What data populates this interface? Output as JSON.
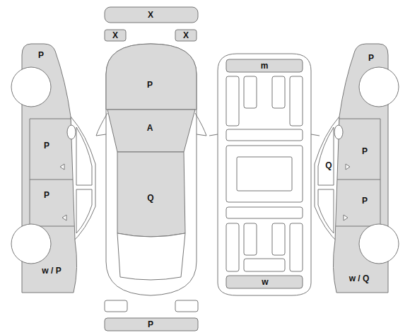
{
  "diagram": {
    "labels": [
      "X",
      "X",
      "X",
      "P",
      "P",
      "m",
      "P",
      "A",
      "P",
      "P",
      "Q",
      "Q",
      "P",
      "P",
      "w / P",
      "w / Q",
      "w",
      "P"
    ]
  }
}
